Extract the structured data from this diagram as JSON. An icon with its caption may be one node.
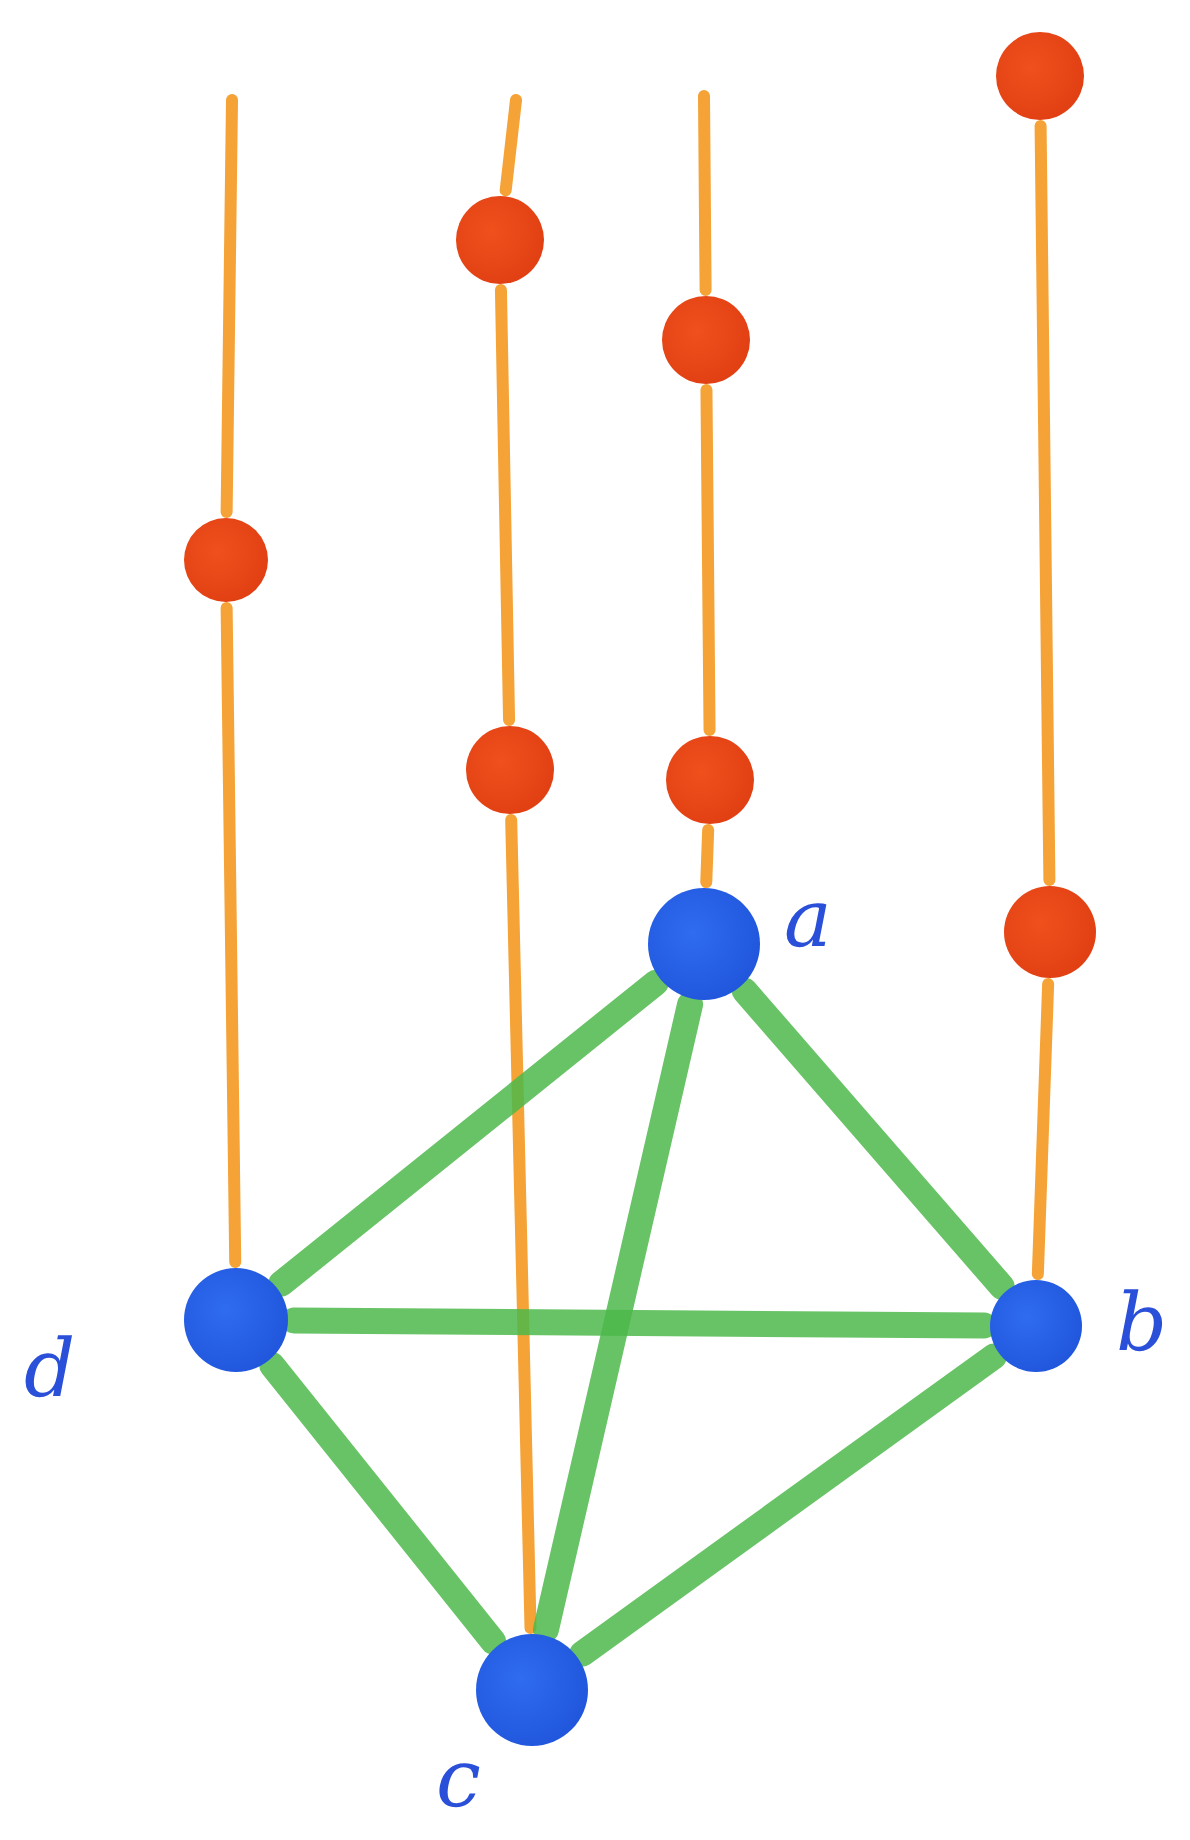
{
  "diagram": {
    "nodes": [
      {
        "text": [],
        "shape": "circle"
      },
      {
        "text": [],
        "shape": "circle"
      },
      {
        "text": [],
        "shape": "circle"
      },
      {
        "text": [],
        "shape": "circle"
      },
      {
        "text": [],
        "shape": "circle"
      },
      {
        "text": [],
        "shape": "circle"
      },
      {
        "text": [],
        "shape": "circle"
      },
      {
        "text": [],
        "shape": "circle",
        "beside": [
          "a"
        ]
      },
      {
        "text": [],
        "shape": "circle",
        "beside": [
          "b"
        ]
      },
      {
        "text": [],
        "shape": "circle",
        "beside": [
          "c"
        ]
      },
      {
        "text": [],
        "shape": "circle",
        "beside": [
          "d"
        ]
      }
    ],
    "edges": [
      {
        "from": null,
        "to": 0,
        "arrow": "none"
      },
      {
        "from": 0,
        "to": 10,
        "arrow": "none"
      },
      {
        "from": null,
        "to": 1,
        "arrow": "none"
      },
      {
        "from": 1,
        "to": 2,
        "arrow": "none"
      },
      {
        "from": 2,
        "to": 9,
        "arrow": "none"
      },
      {
        "from": null,
        "to": 3,
        "arrow": "none"
      },
      {
        "from": 3,
        "to": 4,
        "arrow": "none"
      },
      {
        "from": 4,
        "to": 7,
        "arrow": "none"
      },
      {
        "from": 5,
        "to": 6,
        "arrow": "none"
      },
      {
        "from": 6,
        "to": 8,
        "arrow": "none"
      },
      {
        "from": 7,
        "to": 10,
        "arrow": "none",
        "style": "thick",
        "color": "#4cb84a"
      },
      {
        "from": 7,
        "to": 9,
        "arrow": "none",
        "style": "thick",
        "color": "#4cb84a"
      },
      {
        "from": 7,
        "to": 8,
        "arrow": "none",
        "style": "thick",
        "color": "#4cb84a"
      },
      {
        "from": 10,
        "to": 8,
        "arrow": "none",
        "style": "thick",
        "color": "#4cb84a"
      },
      {
        "from": 10,
        "to": 9,
        "arrow": "none",
        "style": "thick",
        "color": "#4cb84a"
      },
      {
        "from": 9,
        "to": 8,
        "arrow": "none",
        "style": "thick",
        "color": "#4cb84a"
      }
    ]
  }
}
